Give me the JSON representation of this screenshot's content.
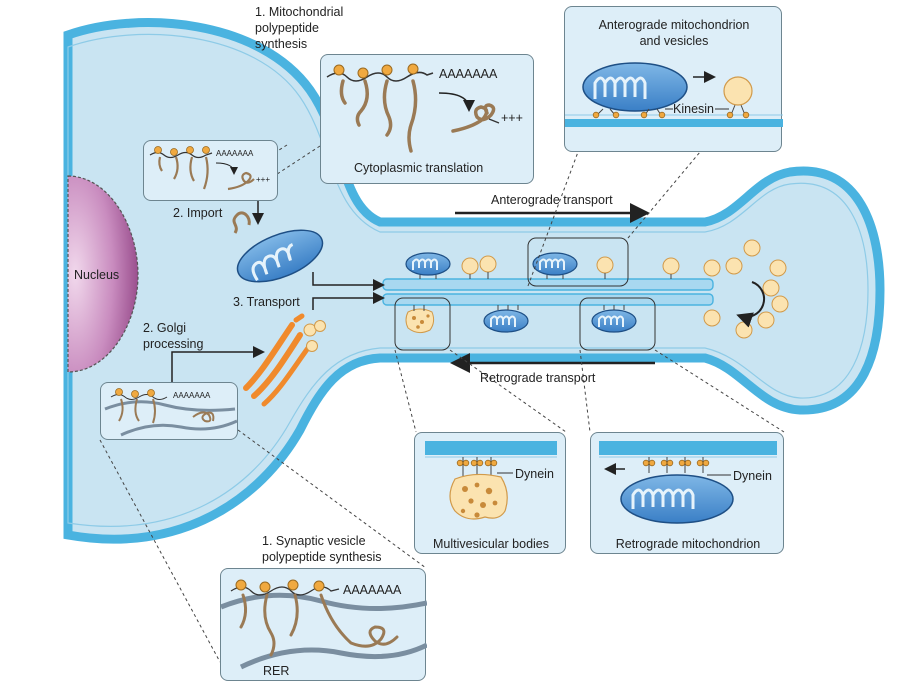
{
  "labels": {
    "nucleus": "Nucleus",
    "mito_synthesis": "1. Mitochondrial\npolypeptide\nsynthesis",
    "cytoplasmic_translation": "Cytoplasmic translation",
    "import": "2. Import",
    "transport": "3. Transport",
    "golgi": "2. Golgi\nprocessing",
    "synaptic_synthesis": "1. Synaptic vesicle\npolypeptide synthesis",
    "rer": "RER",
    "anterograde_transport": "Anterograde transport",
    "retrograde_transport": "Retrograde transport",
    "anterograde_title": "Anterograde mitochondrion\nand vesicles",
    "kinesin": "Kinesin",
    "dynein_mvb": "Dynein",
    "dynein_mito": "Dynein",
    "multivesicular_bodies": "Multivesicular bodies",
    "retrograde_mitochondrion": "Retrograde mitochondrion",
    "polyA_cyto": "AAAAAAA",
    "plus_cyto": "+++",
    "polyA_import": "AAAAAAA",
    "plus_import": "+++",
    "polyA_golgi": "AAAAAAA",
    "polyA_rer": "AAAAAAA"
  },
  "colors": {
    "membrane": "#4ab3e0",
    "cytoplasm": "#c9e4f2",
    "inset_bg": "#ddeef8",
    "nucleus": "#b06aa6",
    "vesicle": "#fbe3b0",
    "golgi": "#f08a2c",
    "mitochondrion": "#4a8fd0",
    "rna": "#9a7a55",
    "er": "#7a8ea0"
  }
}
